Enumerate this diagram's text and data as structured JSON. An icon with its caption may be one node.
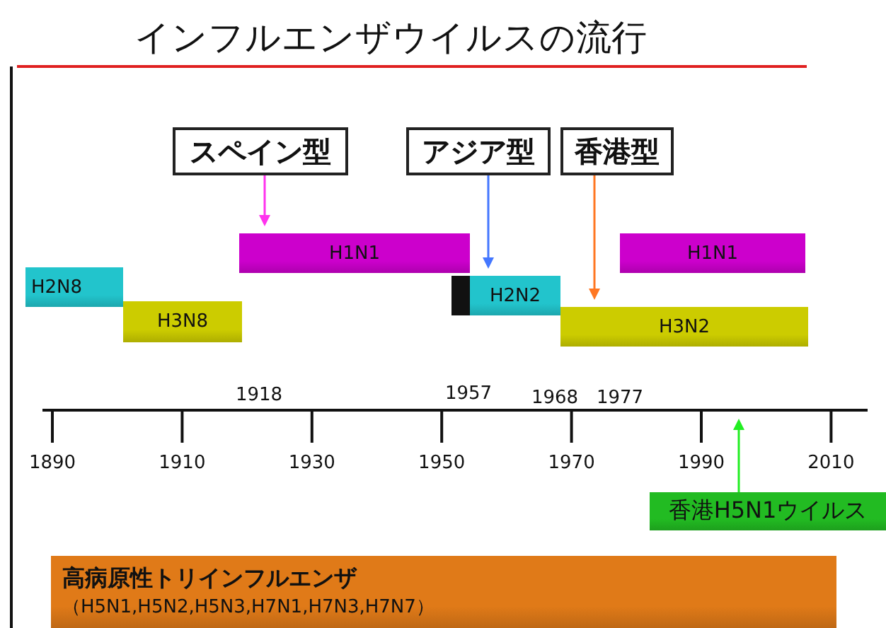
{
  "diagram": {
    "title": "インフルエンザウイルスの流行",
    "nodes": [
      {
        "text": [
          "スペイン型"
        ]
      },
      {
        "text": [
          "アジア型"
        ]
      },
      {
        "text": [
          "香港型"
        ]
      },
      {
        "text": [
          "H1N1"
        ]
      },
      {
        "text": [
          "H1N1"
        ]
      },
      {
        "text": [
          "H2N8"
        ]
      },
      {
        "text": [
          "H2N2"
        ]
      },
      {
        "text": [
          "H3N8"
        ]
      },
      {
        "text": [
          "H3N2"
        ]
      },
      {
        "text": [
          "香港H5N1ウイルス"
        ]
      },
      {
        "text": [
          "高病原性トリインフルエンザ",
          "（H5N1,H5N2,H5N3,H7N1,H7N3,H7N7）"
        ]
      }
    ],
    "edges": [
      {
        "from": 0,
        "to": 3,
        "arrow": "to",
        "color": "#ff33ee"
      },
      {
        "from": 1,
        "to": 6,
        "arrow": "to",
        "color": "#4477ff"
      },
      {
        "from": 2,
        "to": 8,
        "arrow": "to",
        "color": "#ff7722"
      },
      {
        "from": 9,
        "to": null,
        "arrow": "to",
        "color": "#22ee22"
      }
    ],
    "labels": [
      "1918",
      "1957",
      "1968",
      "1977",
      "1890",
      "1910",
      "1930",
      "1950",
      "1970",
      "1990",
      "2010"
    ]
  }
}
